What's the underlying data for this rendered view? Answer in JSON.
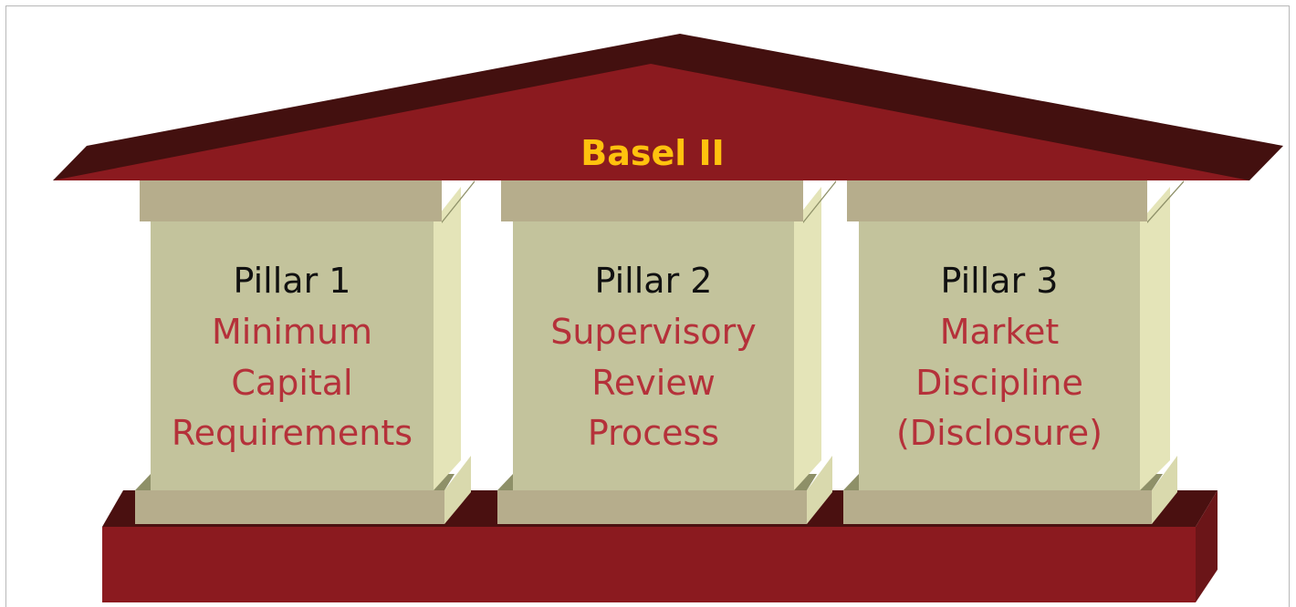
{
  "diagram": {
    "title": "Basel II",
    "pillars": [
      {
        "title": "Pillar 1",
        "lines": [
          "Minimum",
          "Capital",
          "Requirements"
        ]
      },
      {
        "title": "Pillar 2",
        "lines": [
          "Supervisory",
          "Review",
          "Process"
        ]
      },
      {
        "title": "Pillar 3",
        "lines": [
          "Market",
          "Discipline",
          "(Disclosure)"
        ]
      }
    ],
    "colors": {
      "roof_front": "#8b1a1f",
      "roof_back": "#43100f",
      "base_front": "#8b1a1f",
      "base_top": "#4a1010",
      "base_side": "#6b1518",
      "pillar_face": "#c3c39c",
      "pillar_side": "#e4e4b8",
      "pillar_cap": "#b6ad8c",
      "pillar_edge": "#8e9068",
      "title_text": "#111111",
      "desc_text": "#b5313a",
      "roof_text": "#ffc20e"
    }
  }
}
